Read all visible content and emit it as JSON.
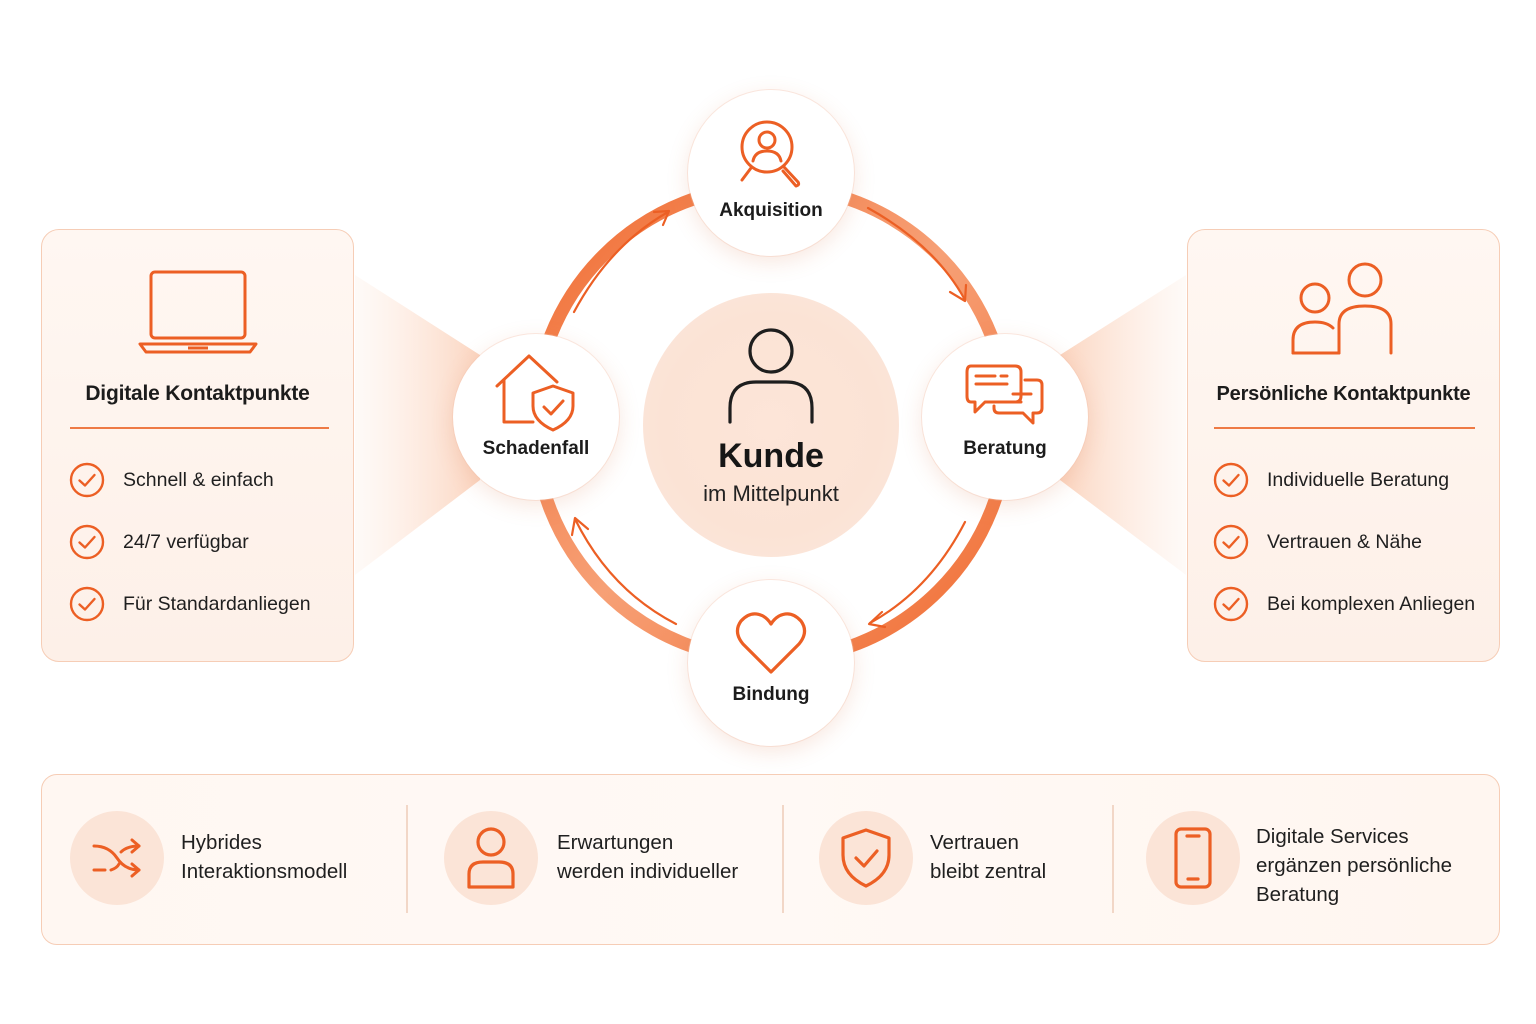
{
  "colors": {
    "accent": "#ec5f24",
    "accent_light": "#fbe4d7",
    "text": "#1c1c1c"
  },
  "center": {
    "title": "Kunde",
    "subtitle": "im Mittelpunkt",
    "icon": "person-icon"
  },
  "cycle": [
    {
      "id": "akquisition",
      "label": "Akquisition",
      "icon": "person-search-icon"
    },
    {
      "id": "beratung",
      "label": "Beratung",
      "icon": "chat-bubbles-icon"
    },
    {
      "id": "bindung",
      "label": "Bindung",
      "icon": "heart-icon"
    },
    {
      "id": "schadenfall",
      "label": "Schadenfall",
      "icon": "house-shield-icon"
    }
  ],
  "left_panel": {
    "icon": "laptop-icon",
    "title": "Digitale Kontaktpunkte",
    "items": [
      "Schnell & einfach",
      "24/7 verfügbar",
      "Für Standardanliegen"
    ]
  },
  "right_panel": {
    "icon": "people-icon",
    "title": "Persönliche Kontaktpunkte",
    "items": [
      "Individuelle Beratung",
      "Vertrauen & Nähe",
      "Bei komplexen Anliegen"
    ]
  },
  "features": [
    {
      "icon": "shuffle-icon",
      "lines": [
        "Hybrides",
        "Interaktionsmodell"
      ]
    },
    {
      "icon": "user-icon",
      "lines": [
        "Erwartungen",
        "werden individueller"
      ]
    },
    {
      "icon": "shield-check-icon",
      "lines": [
        "Vertrauen",
        "bleibt zentral"
      ]
    },
    {
      "icon": "smartphone-icon",
      "lines": [
        "Digitale Services",
        "ergänzen persönliche",
        "Beratung"
      ]
    }
  ]
}
